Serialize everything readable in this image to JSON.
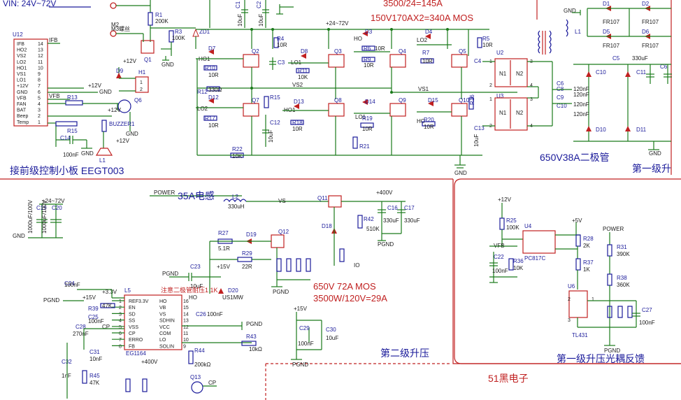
{
  "titles": {
    "input": "VIN: 24V~72V",
    "control_board": "接前级控制小板 EEGT003",
    "stage1_spec": "3500/24=145A",
    "stage1_mos": "150V170AX2=340A MOS",
    "diode_spec": "650V38A二极管",
    "stage1": "第一级升",
    "inductor_35a": "35A电感",
    "stage2_mos": "650V 72A MOS",
    "stage2_power": "3500W/120V=29A",
    "stage2": "第二级升压",
    "optocoupler": "第一级升压光耦反馈",
    "brand": "51黑电子",
    "stage2_note": "注意二极管耐压1 1K"
  },
  "u12": {
    "ref": "U12",
    "pins": [
      {
        "num": "14",
        "name": "IFB"
      },
      {
        "num": "13",
        "name": "HO2"
      },
      {
        "num": "12",
        "name": "VS2"
      },
      {
        "num": "11",
        "name": "LO2"
      },
      {
        "num": "10",
        "name": "HO1"
      },
      {
        "num": "9",
        "name": "VS1"
      },
      {
        "num": "8",
        "name": "LO1"
      },
      {
        "num": "7",
        "name": "+12V"
      },
      {
        "num": "6",
        "name": "GND"
      },
      {
        "num": "5",
        "name": "VFB"
      },
      {
        "num": "4",
        "name": "FAN"
      },
      {
        "num": "3",
        "name": "BAT"
      },
      {
        "num": "2",
        "name": "Beep"
      },
      {
        "num": "1",
        "name": "Temp"
      }
    ]
  },
  "u5": {
    "ref": "L5",
    "part": "EG1164",
    "pins_left": [
      {
        "num": "1",
        "name": "REF3.3V"
      },
      {
        "num": "2",
        "name": "EN"
      },
      {
        "num": "3",
        "name": "SD"
      },
      {
        "num": "4",
        "name": "SS"
      },
      {
        "num": "5",
        "name": "VSS"
      },
      {
        "num": "6",
        "name": "CP"
      },
      {
        "num": "7",
        "name": "ERRO"
      },
      {
        "num": "8",
        "name": "FB"
      }
    ],
    "pins_right": [
      {
        "num": "16",
        "name": "HO"
      },
      {
        "num": "15",
        "name": "VB"
      },
      {
        "num": "14",
        "name": "VS"
      },
      {
        "num": "13",
        "name": "SDHIN"
      },
      {
        "num": "12",
        "name": "VCC"
      },
      {
        "num": "11",
        "name": "COM"
      },
      {
        "num": "10",
        "name": "LO"
      },
      {
        "num": "9",
        "name": "SOLIN"
      }
    ]
  },
  "opto": {
    "u4": "U4",
    "u4_part": "PC817C",
    "u6": "U6",
    "u6_part": "TL431",
    "u6_pins": [
      "2",
      "1",
      "3"
    ]
  },
  "transformers": {
    "u2": "U2",
    "u3": "U3",
    "n1": "N1",
    "n2": "N2",
    "pins": [
      "1",
      "2",
      "3",
      "4"
    ]
  },
  "nets": {
    "p24_72": "+24~72V",
    "p24_72b": "+24~72V",
    "p12": "+12V",
    "p15": "+15V",
    "p15b": "+15V",
    "p33": "+3.3V",
    "p5": "+5V",
    "p400": "+400V",
    "p400b": "+400V",
    "vs": "VS",
    "vs1": "VS1",
    "vs2": "VS2",
    "vfb": "VFB",
    "power": "POWER",
    "power2": "POWER",
    "gnd": "GND",
    "pgnd": "PGND",
    "cp": "CP",
    "cp2": "CP",
    "ho": "HO",
    "ho2": "HO",
    "ho1": "HO1",
    "ho1b": "HO1",
    "lo1": "LO1",
    "lo1b": "LO1",
    "lo2": "LO2",
    "lo2b": "LO2",
    "vfb2": "VFB",
    "io": "IO",
    "m2": "M2",
    "m3": "M3螺丝",
    "one": "1",
    "two": "2"
  },
  "parts": [
    {
      "ref": "R1",
      "val": "200K"
    },
    {
      "ref": "R3",
      "val": "100K"
    },
    {
      "ref": "ZD1",
      "val": ""
    },
    {
      "ref": "Q1",
      "val": ""
    },
    {
      "ref": "C1",
      "val": "10uF"
    },
    {
      "ref": "C2",
      "val": "10uF"
    },
    {
      "ref": "R4",
      "val": "10R"
    },
    {
      "ref": "C3",
      "val": ""
    },
    {
      "ref": "R5",
      "val": "10R"
    },
    {
      "ref": "R6",
      "val": "10R"
    },
    {
      "ref": "R7",
      "val": "10R"
    },
    {
      "ref": "R8",
      "val": "10R"
    },
    {
      "ref": "R9",
      "val": "10R"
    },
    {
      "ref": "R10",
      "val": "10R"
    },
    {
      "ref": "R11",
      "val": "10K"
    },
    {
      "ref": "R12",
      "val": "330Ω"
    },
    {
      "ref": "R13",
      "val": ""
    },
    {
      "ref": "R14",
      "val": ""
    },
    {
      "ref": "R15",
      "val": ""
    },
    {
      "ref": "R16",
      "val": "330Ω"
    },
    {
      "ref": "R17",
      "val": "10R"
    },
    {
      "ref": "R18",
      "val": "10R"
    },
    {
      "ref": "R19",
      "val": "10R"
    },
    {
      "ref": "R20",
      "val": "10R"
    },
    {
      "ref": "R21",
      "val": ""
    },
    {
      "ref": "R22",
      "val": "10K"
    },
    {
      "ref": "C12",
      "val": "10uF"
    },
    {
      "ref": "C13",
      "val": "10uF"
    },
    {
      "ref": "C14",
      "val": "100nF"
    },
    {
      "ref": "Q6",
      "val": ""
    },
    {
      "ref": "H1",
      "val": ""
    },
    {
      "ref": "BUZZER1",
      "val": ""
    },
    {
      "ref": "L1",
      "val": ""
    },
    {
      "ref": "D1",
      "val": "FR107"
    },
    {
      "ref": "D2",
      "val": "FR107"
    },
    {
      "ref": "D5",
      "val": "FR107"
    },
    {
      "ref": "D6",
      "val": "FR107"
    },
    {
      "ref": "C5",
      "val": "330uF"
    },
    {
      "ref": "C6",
      "val": ""
    },
    {
      "ref": "C8",
      "val": "120nF"
    },
    {
      "ref": "C9",
      "val": "120nF"
    },
    {
      "ref": "C10",
      "val": "120nF"
    },
    {
      "ref": "C11",
      "val": "120nF"
    },
    {
      "ref": "D10",
      "val": ""
    },
    {
      "ref": "D11",
      "val": ""
    },
    {
      "ref": "D16",
      "val": ""
    },
    {
      "ref": "D17",
      "val": ""
    },
    {
      "ref": "Q2",
      "val": ""
    },
    {
      "ref": "Q3",
      "val": ""
    },
    {
      "ref": "Q4",
      "val": ""
    },
    {
      "ref": "Q5",
      "val": ""
    },
    {
      "ref": "Q7",
      "val": ""
    },
    {
      "ref": "Q8",
      "val": ""
    },
    {
      "ref": "Q9",
      "val": ""
    },
    {
      "ref": "Q10",
      "val": ""
    },
    {
      "ref": "D3",
      "val": ""
    },
    {
      "ref": "D4",
      "val": ""
    },
    {
      "ref": "D7",
      "val": ""
    },
    {
      "ref": "D8",
      "val": ""
    },
    {
      "ref": "D9",
      "val": ""
    },
    {
      "ref": "D12",
      "val": ""
    },
    {
      "ref": "D13",
      "val": ""
    },
    {
      "ref": "D14",
      "val": ""
    },
    {
      "ref": "D15",
      "val": ""
    },
    {
      "ref": "L2",
      "val": "330uH"
    },
    {
      "ref": "Q11",
      "val": ""
    },
    {
      "ref": "C16",
      "val": "330uF"
    },
    {
      "ref": "C17",
      "val": "330uF"
    },
    {
      "ref": "R42",
      "val": "510K"
    },
    {
      "ref": "D18",
      "val": ""
    },
    {
      "ref": "C19",
      "val": "1000uF/100V"
    },
    {
      "ref": "C20",
      "val": "1000uF/100V"
    },
    {
      "ref": "R27",
      "val": "5.1R"
    },
    {
      "ref": "D19",
      "val": ""
    },
    {
      "ref": "Q12",
      "val": ""
    },
    {
      "ref": "R29",
      "val": "22R"
    },
    {
      "ref": "C23",
      "val": "10uF"
    },
    {
      "ref": "D20",
      "val": "US1MW"
    },
    {
      "ref": "C24",
      "val": "100nF"
    },
    {
      "ref": "R39",
      "val": "47K"
    },
    {
      "ref": "C25",
      "val": "100nF"
    },
    {
      "ref": "C26",
      "val": "100nF"
    },
    {
      "ref": "C28",
      "val": "270nF"
    },
    {
      "ref": "C31",
      "val": "10nF"
    },
    {
      "ref": "C32",
      "val": "1nF"
    },
    {
      "ref": "R45",
      "val": "47K"
    },
    {
      "ref": "R43",
      "val": "10kΩ"
    },
    {
      "ref": "R44",
      "val": "200kΩ"
    },
    {
      "ref": "Q13",
      "val": ""
    },
    {
      "ref": "C29",
      "val": "100nF"
    },
    {
      "ref": "C30",
      "val": "10uF"
    },
    {
      "ref": "R25",
      "val": "100K"
    },
    {
      "ref": "C22",
      "val": "100nF"
    },
    {
      "ref": "R36",
      "val": "10K"
    },
    {
      "ref": "R28",
      "val": "2K"
    },
    {
      "ref": "R37",
      "val": "1K"
    },
    {
      "ref": "R31",
      "val": "390K"
    },
    {
      "ref": "R38",
      "val": "360K"
    },
    {
      "ref": "C27",
      "val": "100nF"
    }
  ]
}
